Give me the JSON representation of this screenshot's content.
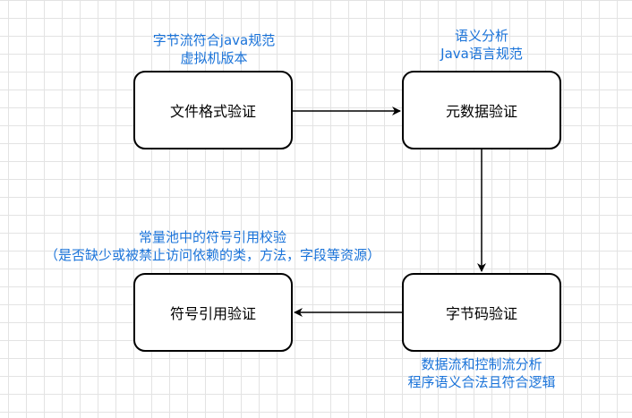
{
  "nodes": {
    "file_format": "文件格式验证",
    "metadata": "元数据验证",
    "bytecode": "字节码验证",
    "symbol_ref": "符号引用验证"
  },
  "notes": {
    "file_format": [
      "字节流符合java规范",
      "虚拟机版本"
    ],
    "metadata": [
      "语义分析",
      "Java语言规范"
    ],
    "symbol_ref": [
      "常量池中的符号引用校验",
      "（是否缺少或被禁止访问依赖的类，方法，字段等资源）"
    ],
    "bytecode": [
      "数据流和控制流分析",
      "程序语义合法且符合逻辑"
    ]
  },
  "colors": {
    "note_text": "#1a73d9",
    "box_border": "#000000",
    "grid": "#e3e3e3"
  }
}
